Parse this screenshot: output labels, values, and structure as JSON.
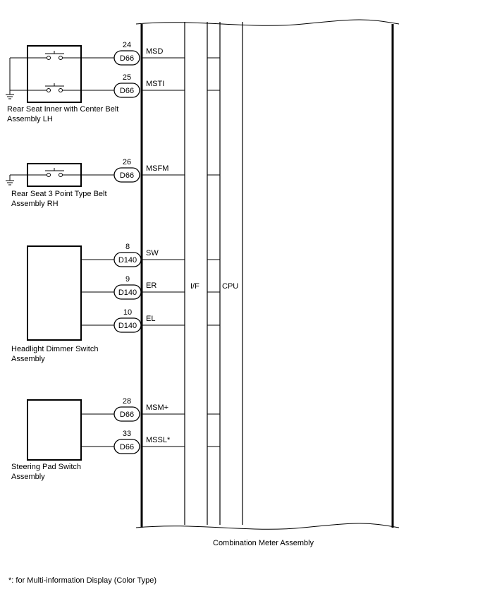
{
  "meter": {
    "name": "Combination Meter Assembly",
    "interface_label": "I/F",
    "cpu_label": "CPU"
  },
  "components": {
    "rear_seat_inner": {
      "line1": "Rear Seat Inner with Center Belt",
      "line2": "Assembly LH"
    },
    "rear_seat_3pt": {
      "line1": "Rear Seat 3 Point Type Belt",
      "line2": "Assembly RH"
    },
    "headlight_dimmer": {
      "line1": "Headlight Dimmer Switch",
      "line2": "Assembly"
    },
    "steering_pad": {
      "line1": "Steering Pad Switch",
      "line2": "Assembly"
    }
  },
  "connections": [
    {
      "pin": "24",
      "connector": "D66",
      "signal": "MSD"
    },
    {
      "pin": "25",
      "connector": "D66",
      "signal": "MSTI"
    },
    {
      "pin": "26",
      "connector": "D66",
      "signal": "MSFM"
    },
    {
      "pin": "8",
      "connector": "D140",
      "signal": "SW"
    },
    {
      "pin": "9",
      "connector": "D140",
      "signal": "ER"
    },
    {
      "pin": "10",
      "connector": "D140",
      "signal": "EL"
    },
    {
      "pin": "28",
      "connector": "D66",
      "signal": "MSM+"
    },
    {
      "pin": "33",
      "connector": "D66",
      "signal": "MSSL*"
    }
  ],
  "footnote": "*: for Multi-information Display (Color Type)"
}
